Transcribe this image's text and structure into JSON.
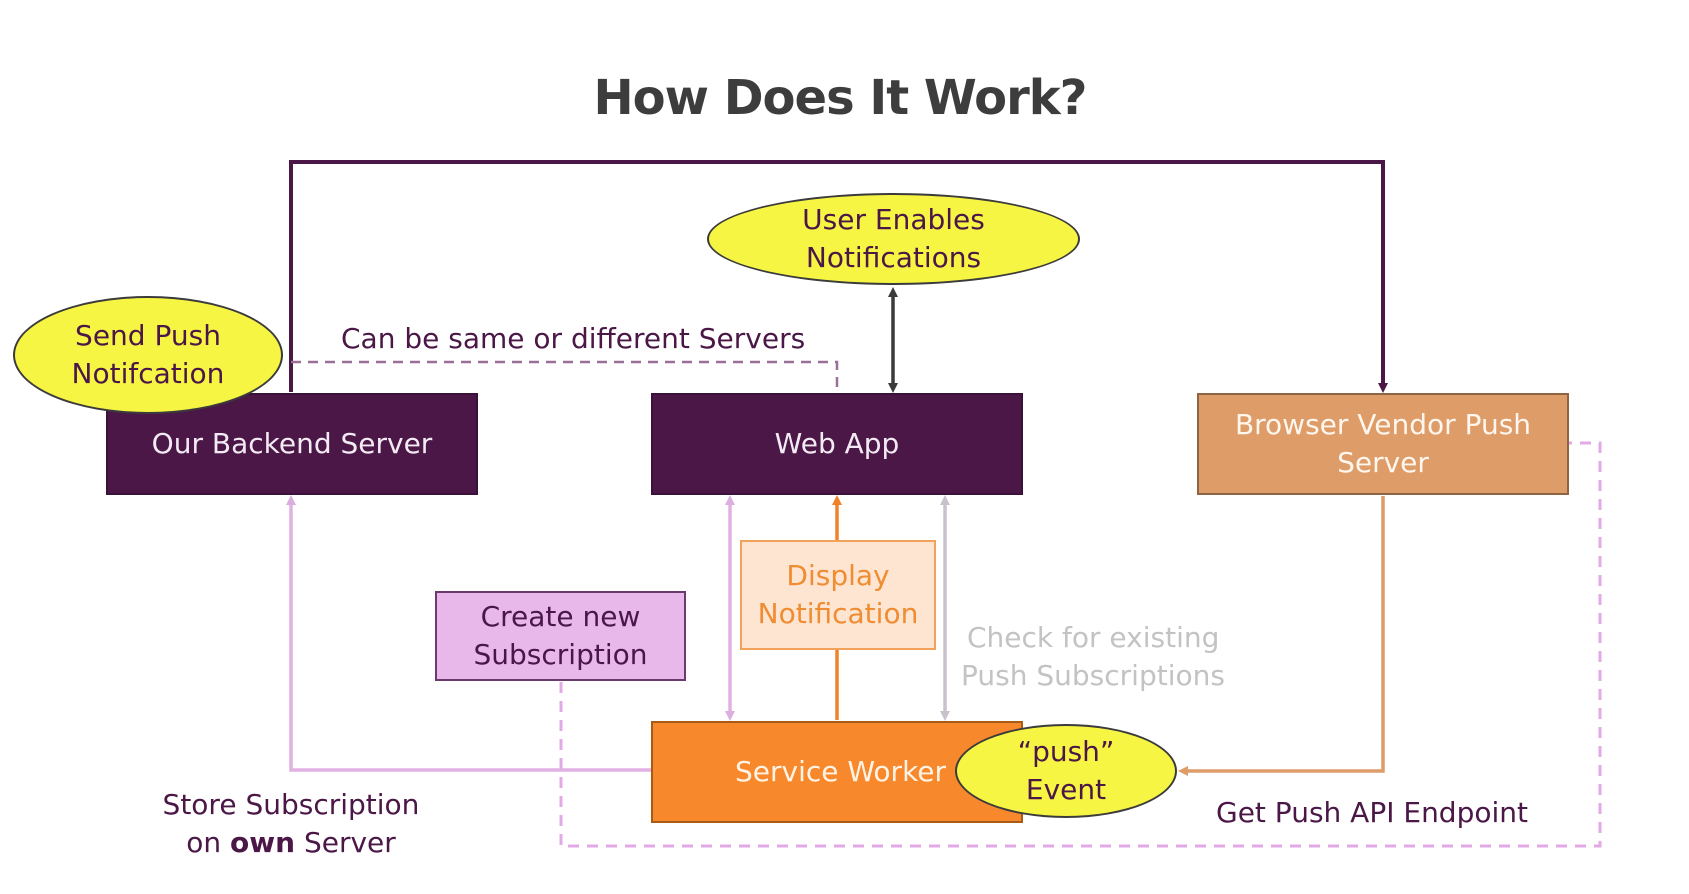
{
  "title": "How Does It Work?",
  "nodes": {
    "backend": "Our Backend Server",
    "webapp": "Web App",
    "vendor": "Browser Vendor Push Server",
    "service_worker": "Service Worker",
    "create_subscription": "Create new Subscription",
    "display_notification": "Display Notification",
    "user_enables": "User Enables Notifications",
    "send_push": "Send Push Notifcation",
    "push_event": "“push” Event"
  },
  "labels": {
    "same_or_different": "Can be same or different Servers",
    "check_existing_1": "Check for existing",
    "check_existing_2": "Push Subscriptions",
    "store_1": "Store Subscription",
    "store_2_pre": "on ",
    "store_2_bold": "own",
    "store_2_post": " Server",
    "get_endpoint": "Get Push API Endpoint"
  },
  "colors": {
    "purple": "#4a1747",
    "tan": "#dd9c68",
    "orange": "#f7892c",
    "pink": "#e9b8ea",
    "yellow": "#f7f543",
    "grey_arrow": "#c9c2cc",
    "dark_arrow": "#3b3b3b"
  }
}
